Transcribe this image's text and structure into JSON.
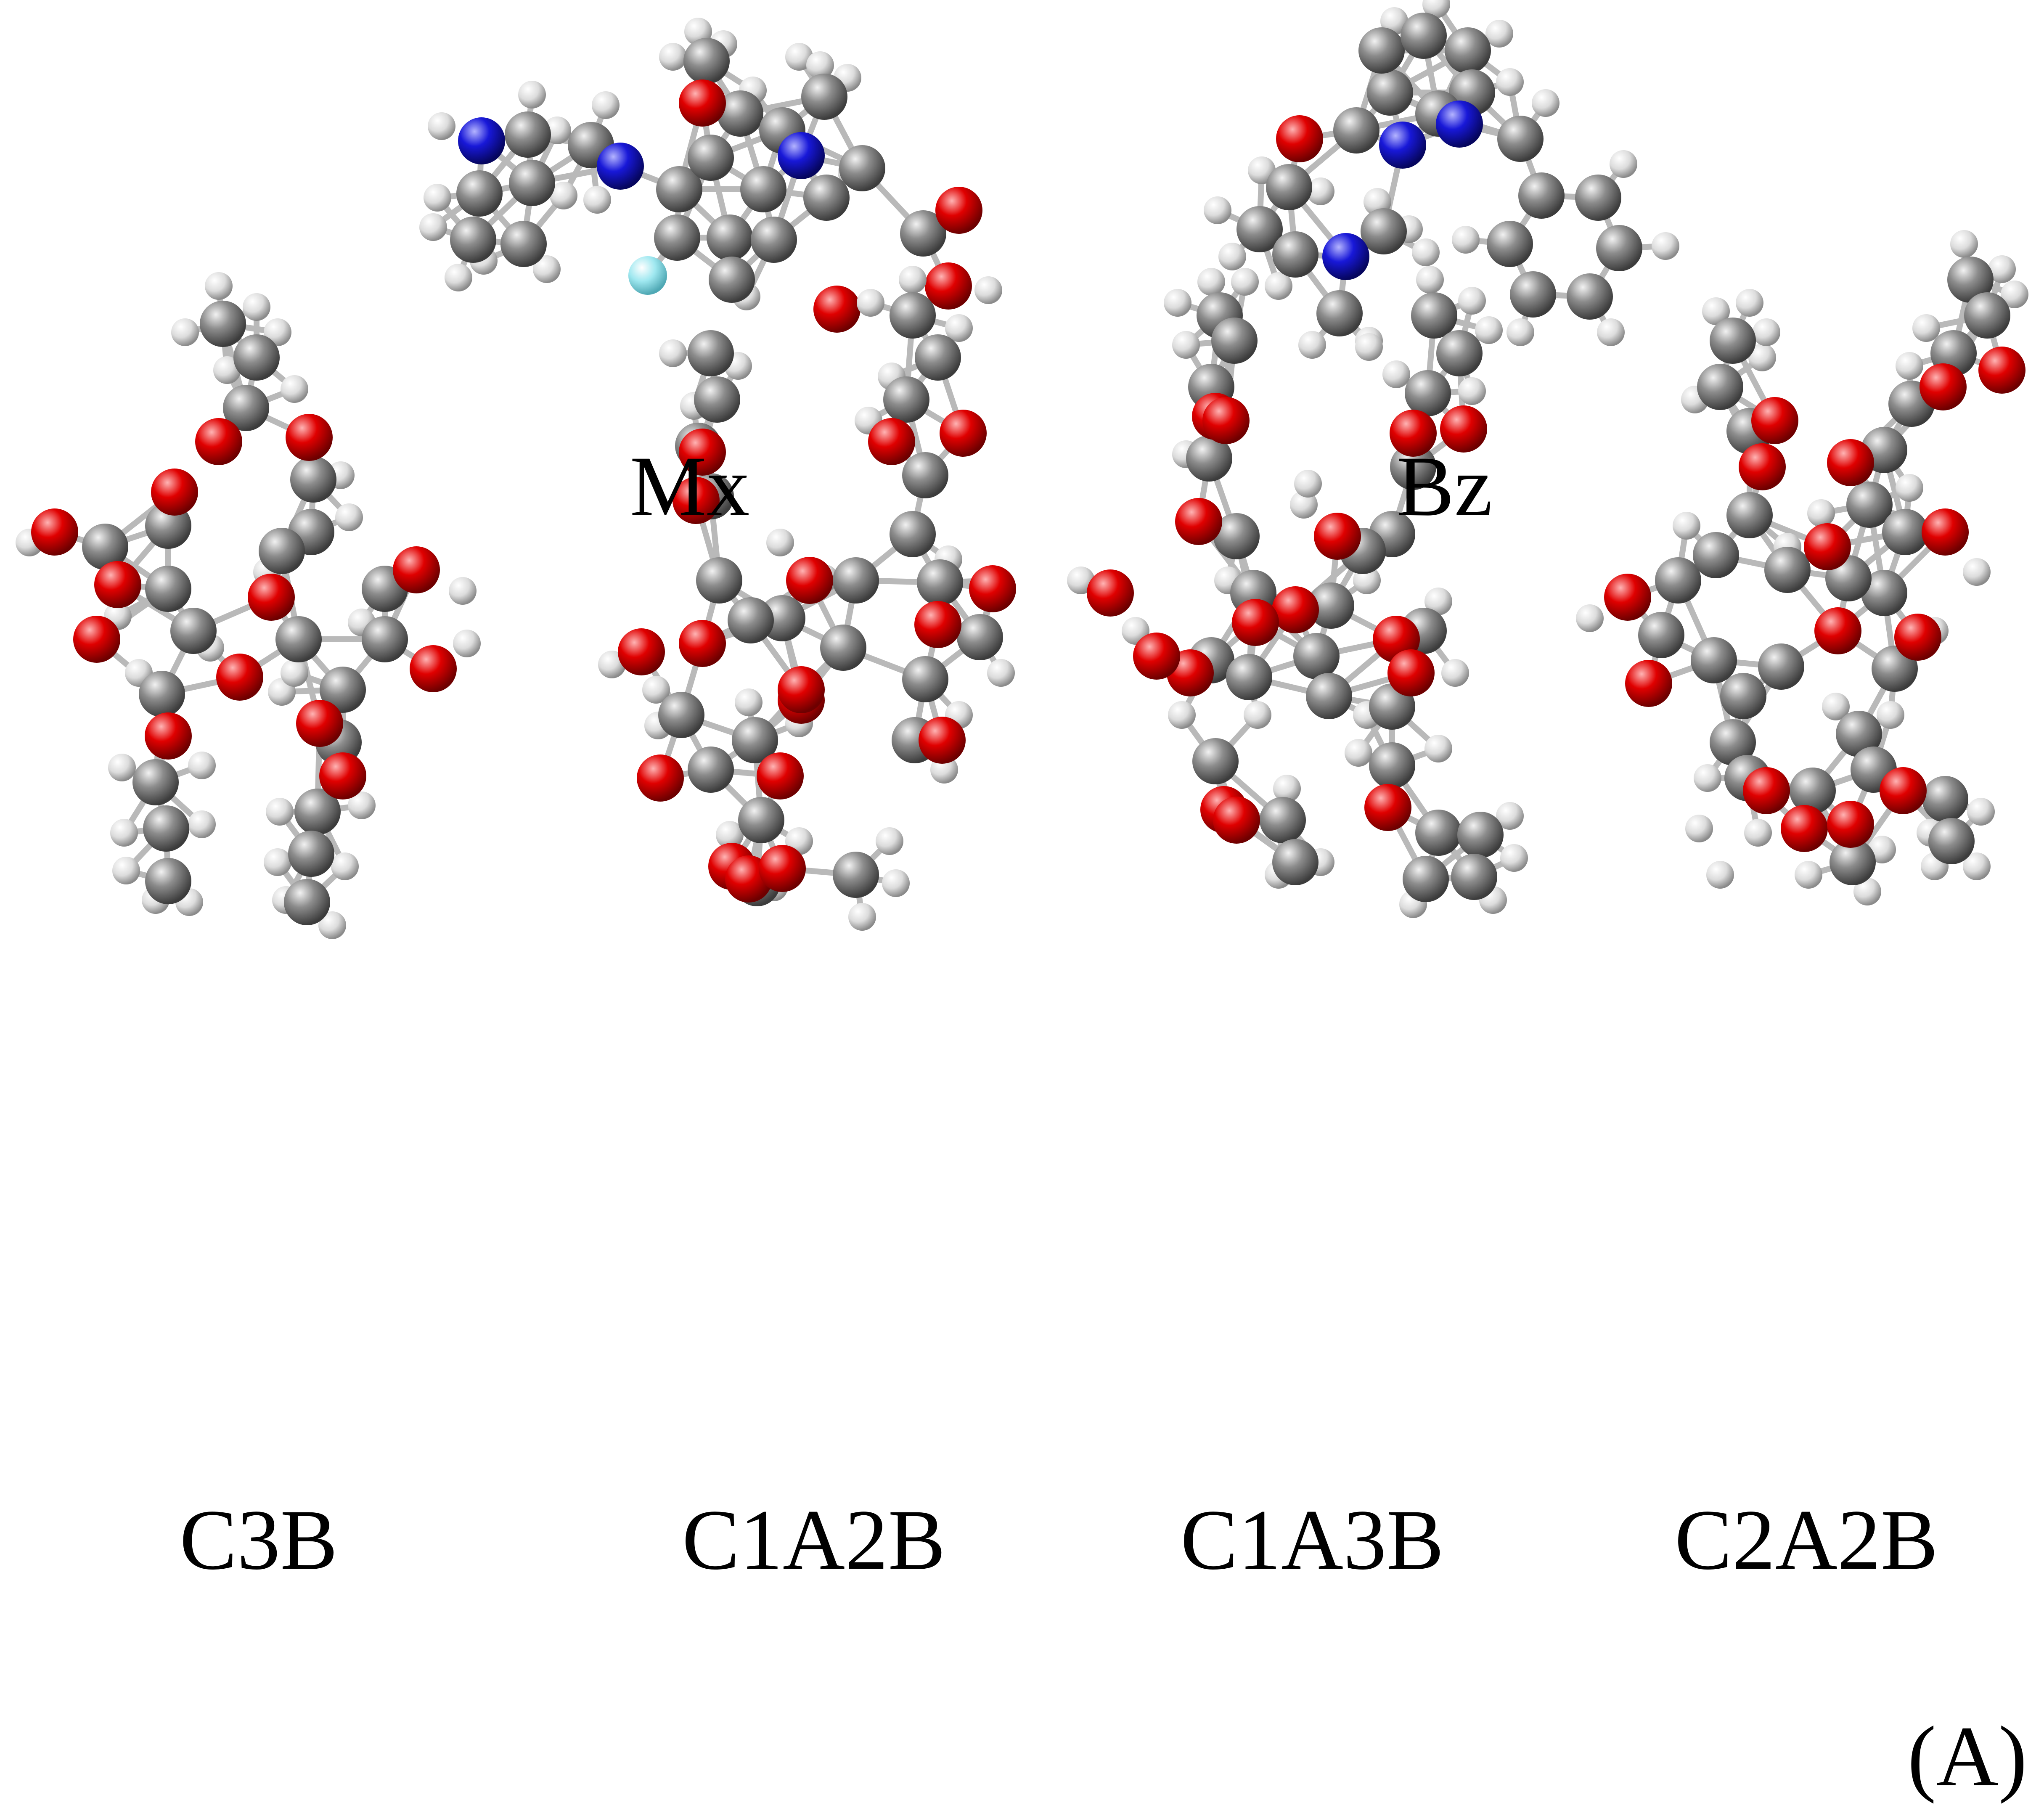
{
  "molecules": [
    {
      "id": "mx",
      "label": "Mx"
    },
    {
      "id": "bz",
      "label": "Bz"
    },
    {
      "id": "c3b",
      "label": "C3B"
    },
    {
      "id": "c1a2b",
      "label": "C1A2B"
    },
    {
      "id": "c1a3b",
      "label": "C1A3B"
    },
    {
      "id": "c2a2b",
      "label": "C2A2B"
    }
  ],
  "panel_label": "(A)",
  "atom_colors": {
    "carbon": "#8c8c8c",
    "hydrogen": "#e6e6e6",
    "oxygen": "#e00000",
    "nitrogen": "#1818d8",
    "fluorine": "#9fe8f0"
  }
}
